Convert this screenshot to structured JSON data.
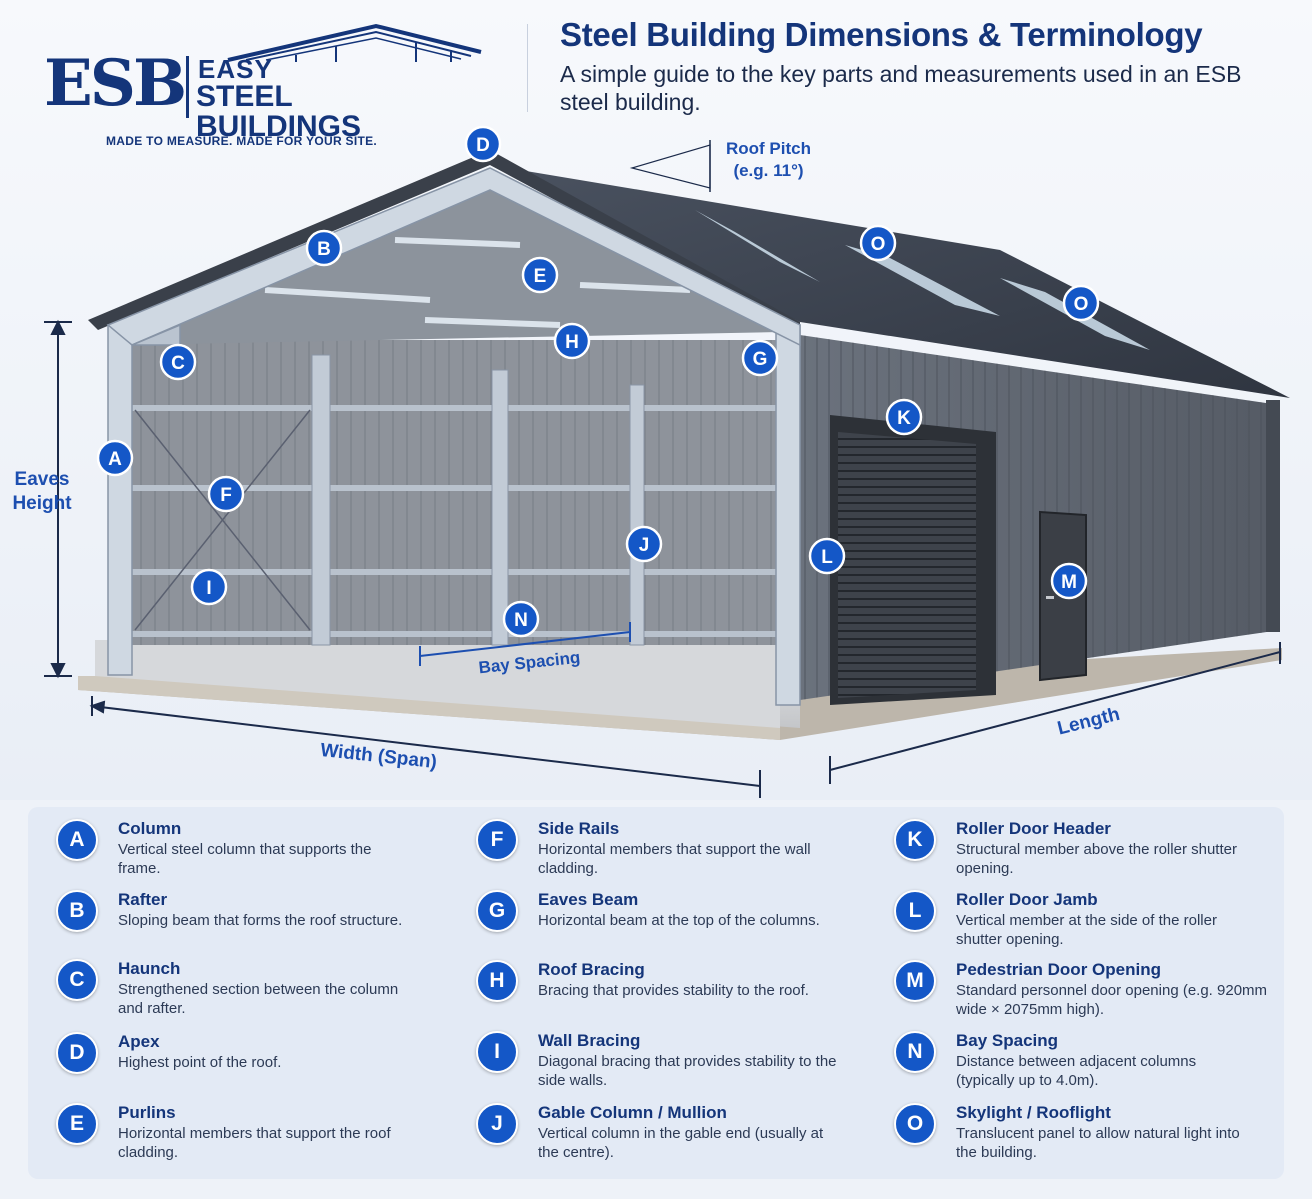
{
  "logo": {
    "esb": "ESB",
    "easy": "EASY",
    "steel_buildings": "STEEL BUILDINGS",
    "tagline": "MADE TO MEASURE. MADE FOR YOUR SITE."
  },
  "header": {
    "title": "Steel Building Dimensions & Terminology",
    "subtitle": "A simple guide to the key parts and measurements used in an ESB steel building."
  },
  "dimensions": {
    "roof_pitch_line1": "Roof Pitch",
    "roof_pitch_line2": "(e.g. 11°)",
    "eaves_line1": "Eaves",
    "eaves_line2": "Height",
    "bay_spacing": "Bay Spacing",
    "width": "Width (Span)",
    "length": "Length"
  },
  "markers": {
    "A": "A",
    "B": "B",
    "C": "C",
    "D": "D",
    "E": "E",
    "F": "F",
    "G": "G",
    "H": "H",
    "I": "I",
    "J": "J",
    "K": "K",
    "L": "L",
    "M": "M",
    "N": "N",
    "O": "O"
  },
  "legend": [
    {
      "letter": "A",
      "name": "Column",
      "desc": "Vertical steel column that supports the frame."
    },
    {
      "letter": "B",
      "name": "Rafter",
      "desc": "Sloping beam that forms the roof structure."
    },
    {
      "letter": "C",
      "name": "Haunch",
      "desc": "Strengthened section between the column and rafter."
    },
    {
      "letter": "D",
      "name": "Apex",
      "desc": "Highest point of the roof."
    },
    {
      "letter": "E",
      "name": "Purlins",
      "desc": "Horizontal members that support the roof cladding."
    },
    {
      "letter": "F",
      "name": "Side Rails",
      "desc": "Horizontal members that support the wall cladding."
    },
    {
      "letter": "G",
      "name": "Eaves Beam",
      "desc": "Horizontal beam at the top of the columns."
    },
    {
      "letter": "H",
      "name": "Roof Bracing",
      "desc": "Bracing that provides stability to the roof."
    },
    {
      "letter": "I",
      "name": "Wall Bracing",
      "desc": "Diagonal bracing that provides stability to the side walls."
    },
    {
      "letter": "J",
      "name": "Gable Column / Mullion",
      "desc": "Vertical column in the gable end (usually at the centre)."
    },
    {
      "letter": "K",
      "name": "Roller Door Header",
      "desc": "Structural member above the roller shutter opening."
    },
    {
      "letter": "L",
      "name": "Roller Door Jamb",
      "desc": "Vertical member at the side of the roller shutter opening."
    },
    {
      "letter": "M",
      "name": "Pedestrian Door Opening",
      "desc": "Standard personnel door opening (e.g. 920mm wide × 2075mm high)."
    },
    {
      "letter": "N",
      "name": "Bay Spacing",
      "desc": "Distance between adjacent columns (typically up to 4.0m)."
    },
    {
      "letter": "O",
      "name": "Skylight / Rooflight",
      "desc": "Translucent panel to allow natural light into the building."
    }
  ],
  "colors": {
    "brand_blue": "#14357a",
    "badge_blue": "#1457c7",
    "cladding_grey": "#5d6470",
    "steel": "#c9d2dc"
  }
}
